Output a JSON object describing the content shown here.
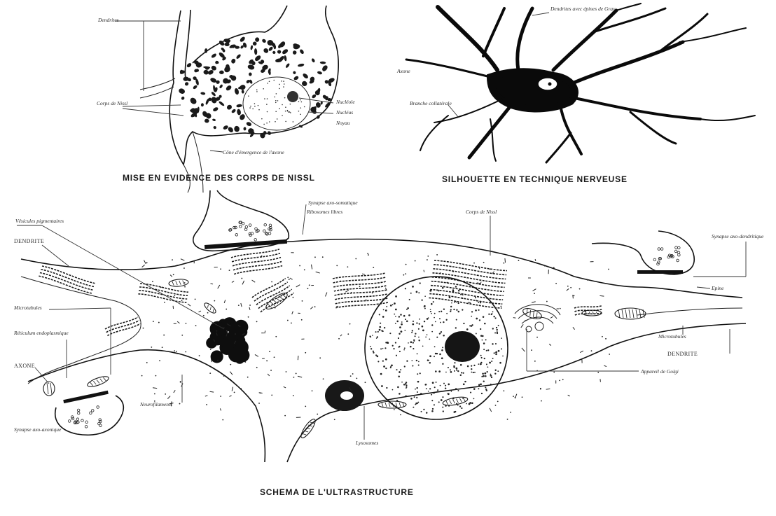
{
  "captions": {
    "nissl": "MISE EN EVIDENCE DES CORPS DE NISSL",
    "silhouette": "SILHOUETTE EN TECHNIQUE NERVEUSE",
    "ultrastructure": "SCHEMA DE L'ULTRASTRUCTURE"
  },
  "nissl_labels": {
    "dendrites": "Dendrites",
    "corps_de_nissl": "Corps de Nissl",
    "nucleole": "Nucléole",
    "nucleus": "Nucléus",
    "noyau": "Noyau",
    "cone": "Cône d'émergence de l'axone"
  },
  "silhouette_labels": {
    "dendrites_avec_epines": "Dendrites avec épines de Gray",
    "axone": "Axone",
    "branche_collaterale": "Branche collatérale"
  },
  "ultra_labels": {
    "synapse_axo_somatique": "Synapse axo-somatique",
    "reticulum_libre": "Ribosomes libres",
    "corps_de_nissl": "Corps de Nissl",
    "vesicules": "Vésicules pigmentaires",
    "dendrite_top": "DENDRITE",
    "synapse_axo_dendritique": "Synapse axo-dendritique",
    "epine": "Epine",
    "microtubules_left": "Microtubules",
    "reticulum_endoplasmique": "Réticulum endoplasmique",
    "axone": "AXONE",
    "neurofilaments": "Neurofilaments",
    "synapse_axo_axonique": "Synapse axo-axonique",
    "lysosomes": "Lysosomes",
    "microtubules_right": "Microtubules",
    "dendrite_right": "DENDRITE",
    "appareil_de_golgi": "Appareil de Golgi"
  }
}
